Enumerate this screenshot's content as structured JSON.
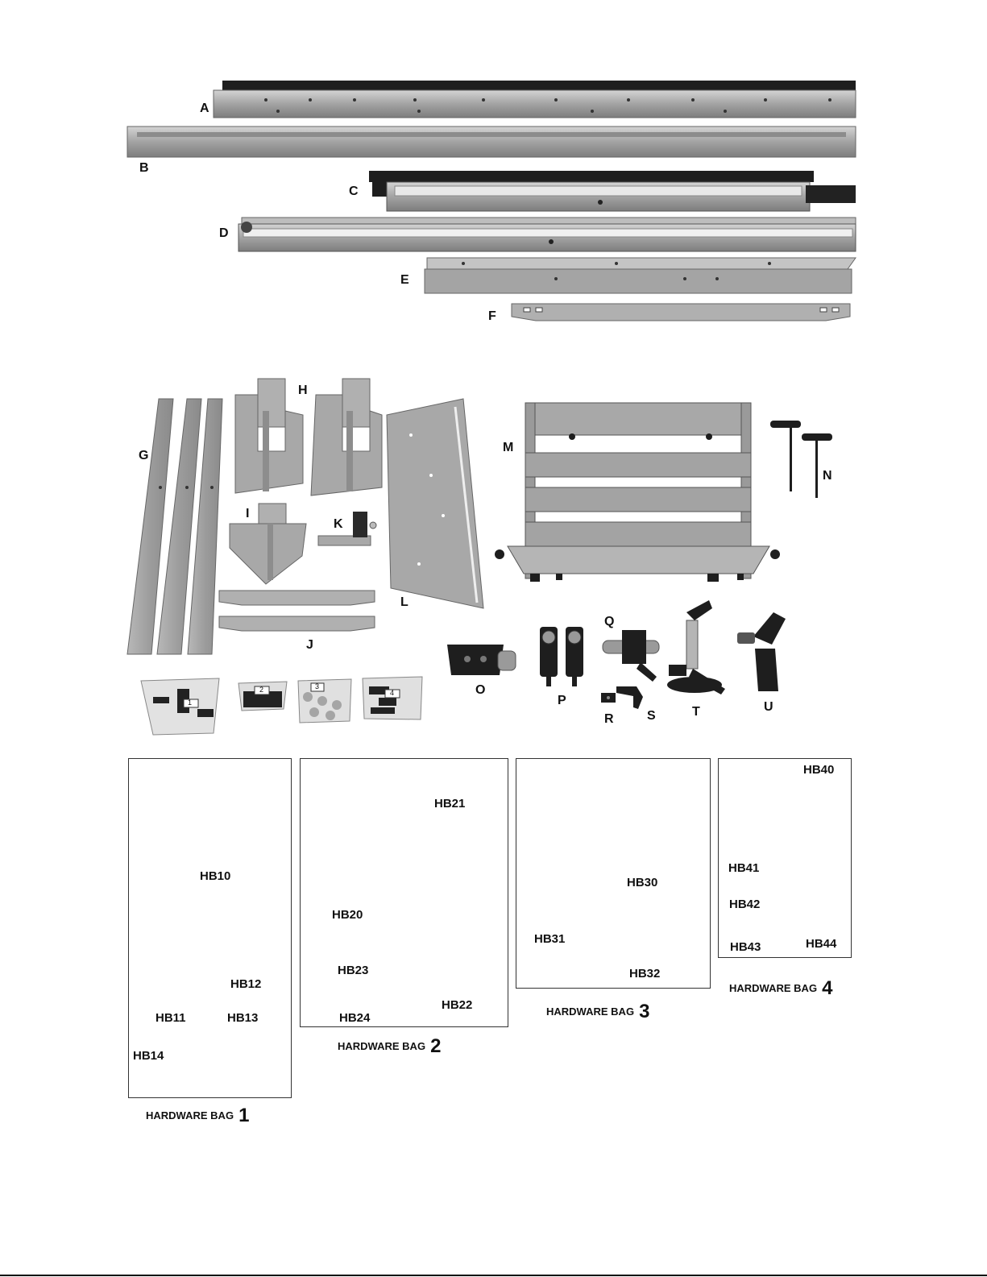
{
  "part_labels": {
    "A": "A",
    "B": "B",
    "C": "C",
    "D": "D",
    "E": "E",
    "F": "F",
    "G": "G",
    "H": "H",
    "I": "I",
    "J": "J",
    "K": "K",
    "L": "L",
    "M": "M",
    "N": "N",
    "O": "O",
    "P": "P",
    "Q": "Q",
    "R": "R",
    "S": "S",
    "T": "T",
    "U": "U"
  },
  "bag_tags": [
    "1",
    "2",
    "3",
    "4"
  ],
  "hardware_bags": {
    "bag1": {
      "caption": "HARDWARE BAG",
      "number": "1",
      "items": {
        "hb10": "HB10",
        "hb11": "HB11",
        "hb12": "HB12",
        "hb13": "HB13",
        "hb14": "HB14"
      }
    },
    "bag2": {
      "caption": "HARDWARE BAG",
      "number": "2",
      "items": {
        "hb20": "HB20",
        "hb21": "HB21",
        "hb22": "HB22",
        "hb23": "HB23",
        "hb24": "HB24"
      }
    },
    "bag3": {
      "caption": "HARDWARE BAG",
      "number": "3",
      "items": {
        "hb30": "HB30",
        "hb31": "HB31",
        "hb32": "HB32"
      }
    },
    "bag4": {
      "caption": "HARDWARE BAG",
      "number": "4",
      "items": {
        "hb40": "HB40",
        "hb41": "HB41",
        "hb42": "HB42",
        "hb43": "HB43",
        "hb44": "HB44"
      }
    }
  },
  "colors": {
    "metal": "#a8a8a8",
    "metal_dark": "#7a7a7a",
    "black": "#1a1a1a",
    "zinc": "#c8c8c8"
  }
}
